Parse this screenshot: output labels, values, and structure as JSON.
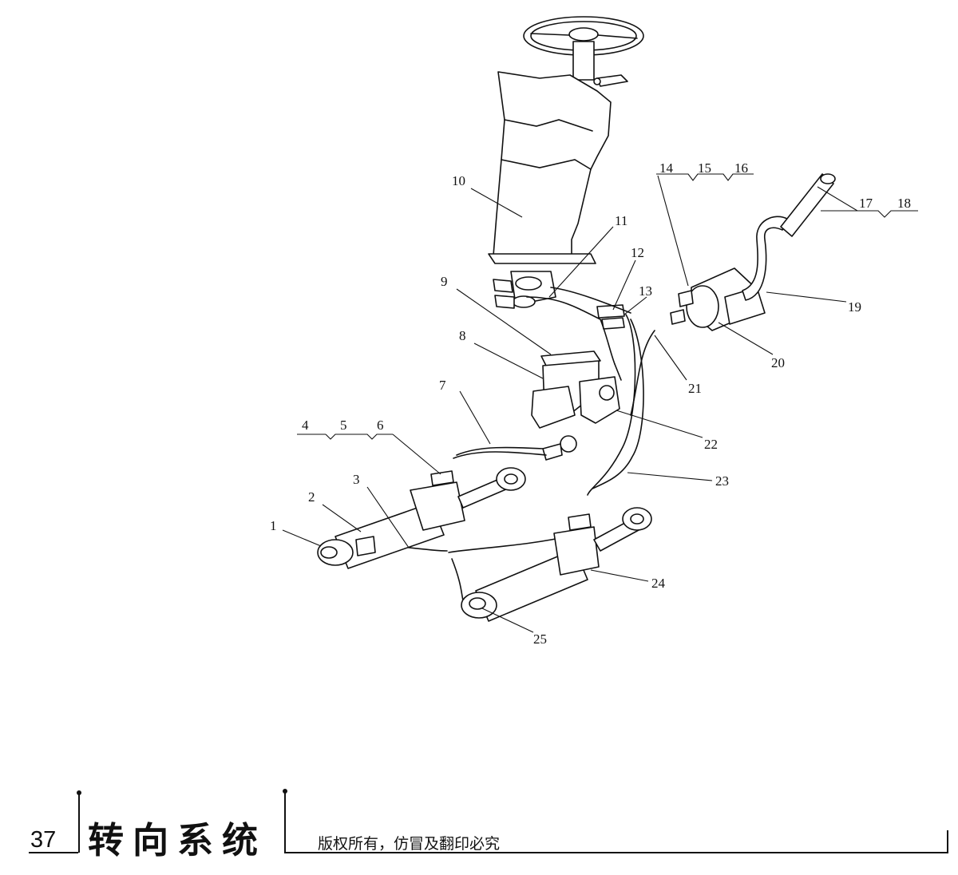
{
  "callouts": [
    "1",
    "2",
    "3",
    "4",
    "5",
    "6",
    "7",
    "8",
    "9",
    "10",
    "11",
    "12",
    "13",
    "14",
    "15",
    "16",
    "17",
    "18",
    "19",
    "20",
    "21",
    "22",
    "23",
    "24",
    "25"
  ],
  "footer": {
    "page_number": "37",
    "section_title": "转向系统",
    "copyright": "版权所有，仿冒及翻印必究"
  }
}
